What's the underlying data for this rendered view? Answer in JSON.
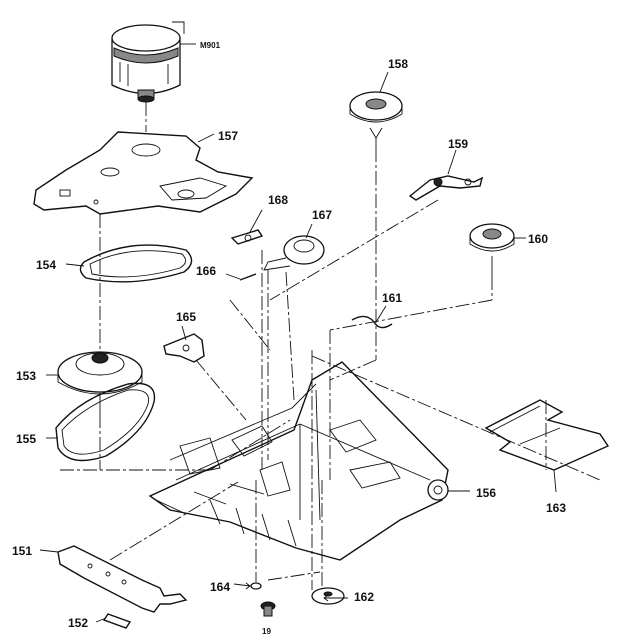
{
  "diagram": {
    "labels": {
      "m901": "M901",
      "p157": "157",
      "p158": "158",
      "p159": "159",
      "p160": "160",
      "p154": "154",
      "p168": "168",
      "p167": "167",
      "p166": "166",
      "p161": "161",
      "p165": "165",
      "p153": "153",
      "p155": "155",
      "p156": "156",
      "p163": "163",
      "p151": "151",
      "p164": "164",
      "p162": "162",
      "p152": "152",
      "p19": "19"
    }
  }
}
